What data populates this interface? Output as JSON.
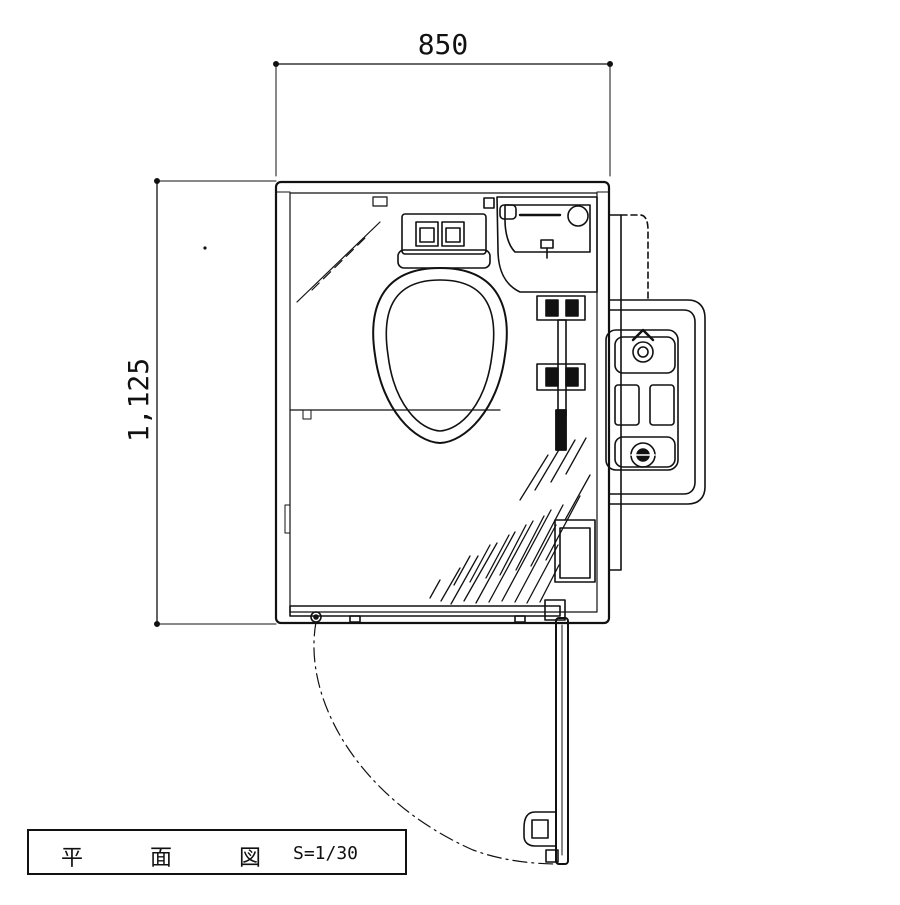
{
  "dimensions": {
    "width_label": "850",
    "depth_label": "1,125"
  },
  "title_block": {
    "title": "平 面 図",
    "scale": "S=1/30"
  }
}
